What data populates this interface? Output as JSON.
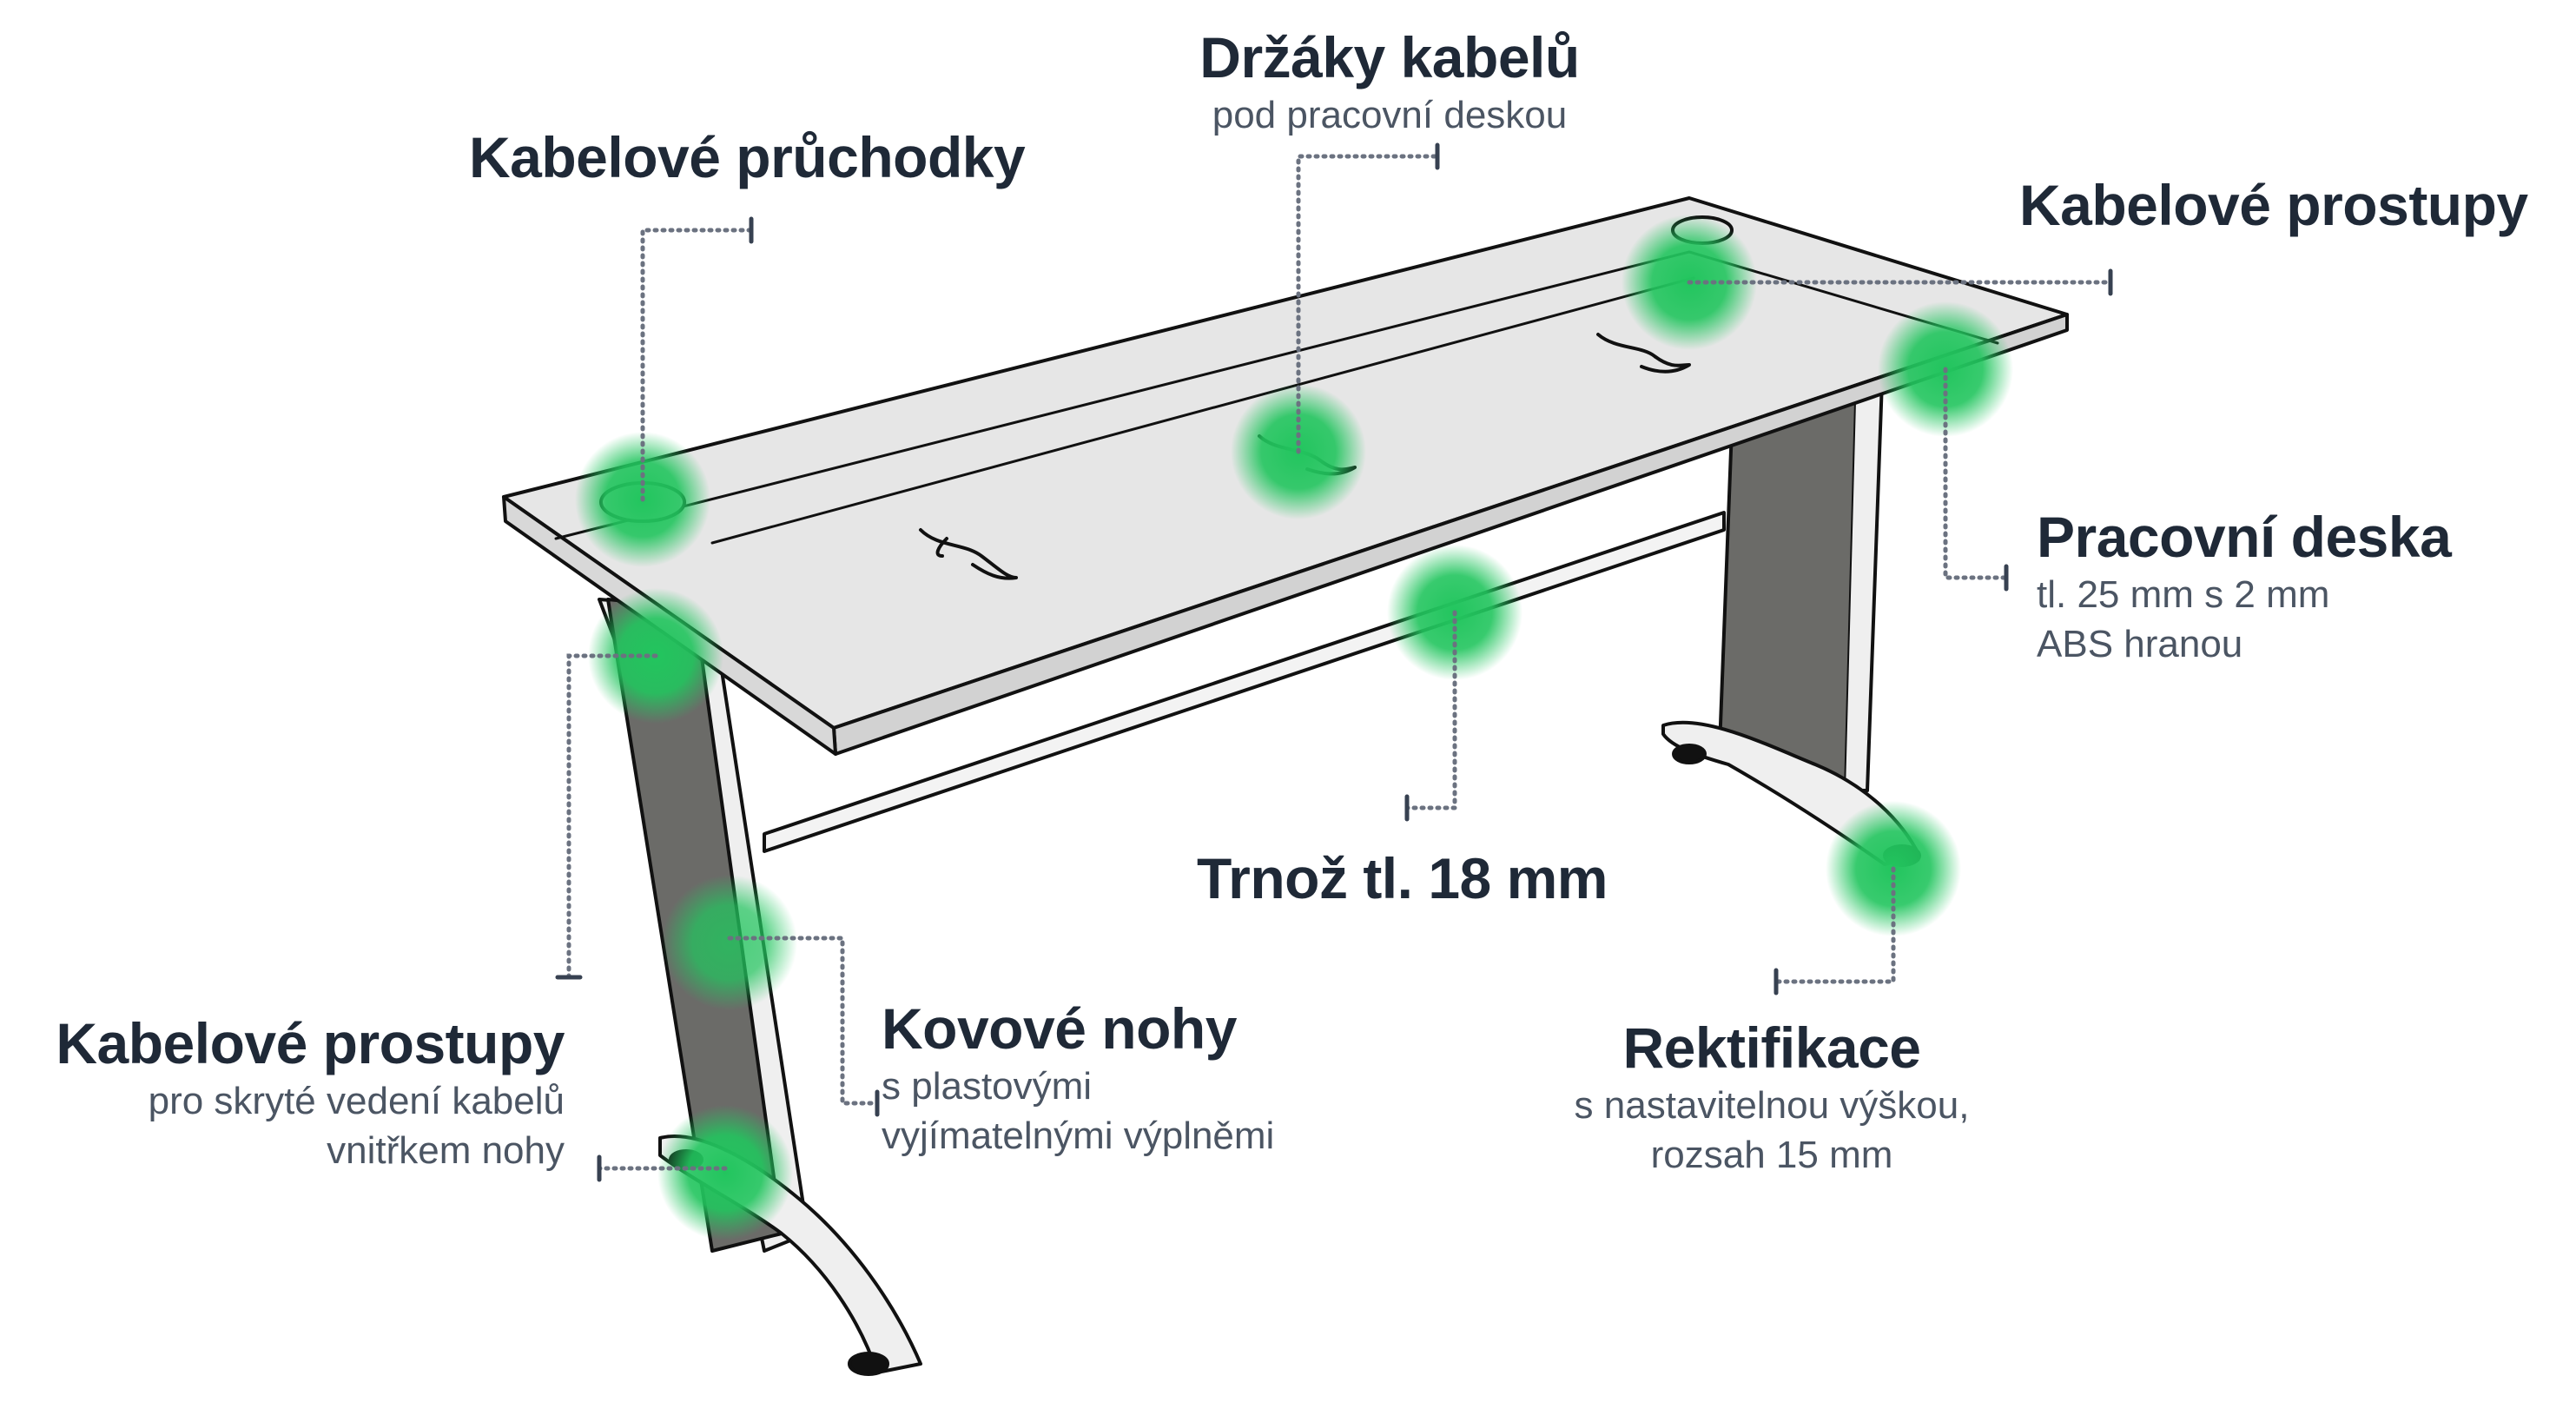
{
  "callouts": {
    "kabelove_pruchodky": {
      "title": "Kabelové průchodky"
    },
    "drzaky_kabelu": {
      "title": "Držáky kabelů",
      "sub": [
        "pod pracovní deskou"
      ]
    },
    "kabelove_prostupy_top": {
      "title": "Kabelové prostupy"
    },
    "pracovni_deska": {
      "title": "Pracovní deska",
      "sub": [
        "tl. 25 mm s 2 mm",
        "ABS hranou"
      ]
    },
    "trnoz": {
      "title": "Trnož tl. 18 mm"
    },
    "kabelove_prostupy_leg": {
      "title": "Kabelové prostupy",
      "sub": [
        "pro skryté vedení kabelů",
        "vnitřkem nohy"
      ]
    },
    "kovove_nohy": {
      "title": "Kovové nohy",
      "sub": [
        "s plastovými",
        "vyjímatelnými výplněmi"
      ]
    },
    "rektifikace": {
      "title": "Rektifikace",
      "sub": [
        "s nastavitelnou výškou,",
        "rozsah 15 mm"
      ]
    }
  },
  "colors": {
    "highlight": "#22c55e",
    "leg_fill": "#6b6b68",
    "desk_fill": "#e6e6e6",
    "leader_line": "#6b7280",
    "title_text": "#1f2937",
    "sub_text": "#4b5563"
  }
}
